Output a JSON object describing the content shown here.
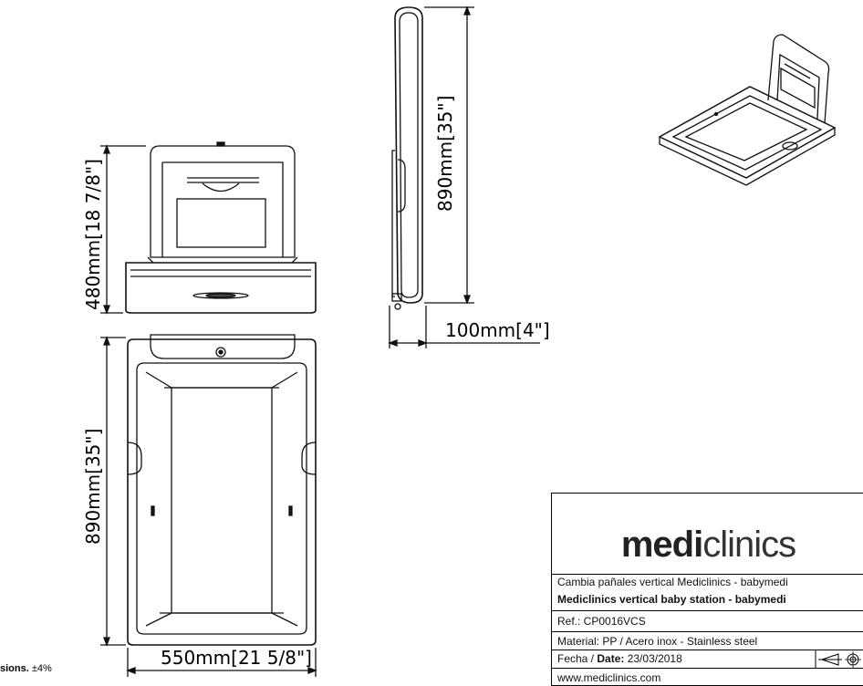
{
  "dimensions": {
    "front_height": "480mm",
    "front_height_in": "18 7/8\"",
    "side_height": "890mm",
    "side_height_in": "35\"",
    "side_depth": "100mm",
    "side_depth_in": "4\"",
    "open_height": "890mm",
    "open_height_in": "35\"",
    "open_width": "550mm",
    "open_width_in": "21 5/8\""
  },
  "tolerance": {
    "bold_text": "sions.",
    "value": "±4%"
  },
  "titleblock": {
    "logo_bold": "medi",
    "logo_light": "clinics",
    "stripe_colors": [
      "#f2b705",
      "#e3221b"
    ],
    "desc_es": "Cambia pañales vertical Mediclinics - babymedi",
    "desc_en": "Mediclinics vertical baby station - babymedi",
    "ref": "Ref.: CP0016VCS",
    "material": "Material: PP / Acero inox - Stainless steel",
    "date_label_es": "Fecha / ",
    "date_label_en": "Date:",
    "date_value": " 23/03/2018",
    "website": "www.mediclinics.com"
  }
}
